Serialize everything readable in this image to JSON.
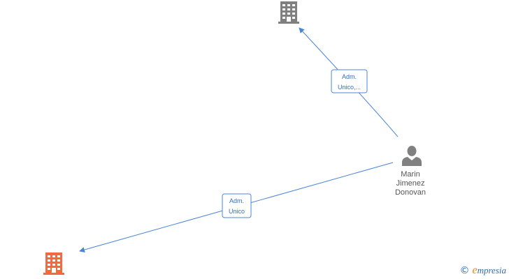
{
  "colors": {
    "edge": "#4a86d8",
    "company_neutral": "#808080",
    "company_highlight": "#f26a3d",
    "person": "#808080"
  },
  "nodes": {
    "company_top": {
      "icon": "building-icon"
    },
    "company_bottom": {
      "icon": "building-icon",
      "highlighted": true
    },
    "person": {
      "icon": "person-icon",
      "name_lines": [
        "Marin",
        "Jimenez",
        "Donovan"
      ]
    }
  },
  "edges": [
    {
      "from": "person",
      "to": "company_top",
      "label_lines": [
        "Adm.",
        "Unico,..."
      ]
    },
    {
      "from": "person",
      "to": "company_bottom",
      "label_lines": [
        "Adm.",
        "Unico"
      ]
    }
  ],
  "brand": {
    "copyright": "©",
    "initial": "e",
    "rest": "mpresia"
  }
}
